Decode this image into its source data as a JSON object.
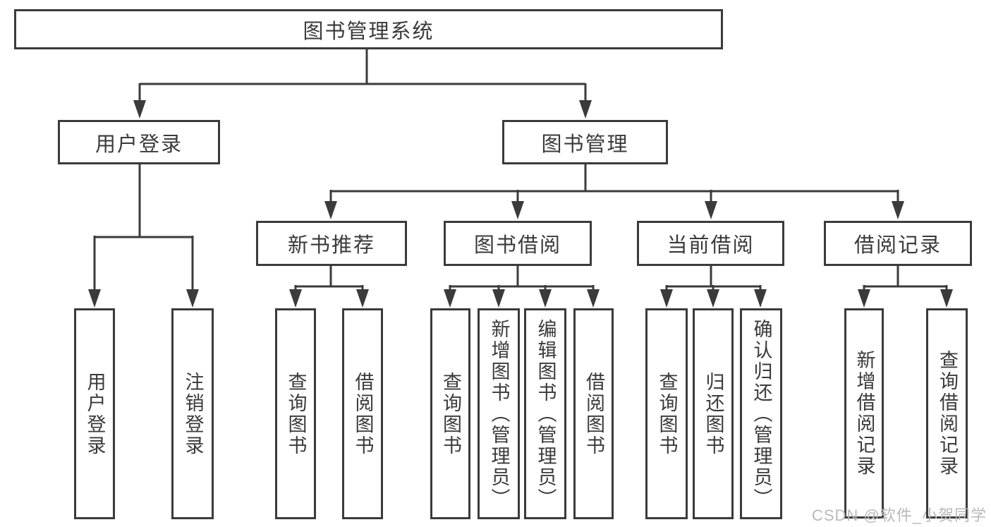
{
  "diagram": {
    "root": {
      "label": "图书管理系统"
    },
    "branches": [
      {
        "label": "用户登录",
        "children": [
          {
            "label": "用户登录"
          },
          {
            "label": "注销登录"
          }
        ]
      },
      {
        "label": "图书管理",
        "children": [
          {
            "label": "新书推荐",
            "children": [
              {
                "label": "查询图书"
              },
              {
                "label": "借阅图书"
              }
            ]
          },
          {
            "label": "图书借阅",
            "children": [
              {
                "label": "查询图书"
              },
              {
                "label": "新增图书（管理员）"
              },
              {
                "label": "编辑图书（管理员）"
              },
              {
                "label": "借阅图书"
              }
            ]
          },
          {
            "label": "当前借阅",
            "children": [
              {
                "label": "查询图书"
              },
              {
                "label": "归还图书"
              },
              {
                "label": "确认归还（管理员）"
              }
            ]
          },
          {
            "label": "借阅记录",
            "children": [
              {
                "label": "新增借阅记录"
              },
              {
                "label": "查询借阅记录"
              }
            ]
          }
        ]
      }
    ]
  },
  "watermark": {
    "text": "CSDN @软件_小贺同学"
  },
  "colors": {
    "line": "#3b3b3b",
    "box_border": "#3b3b3b",
    "box_background": "#ffffff",
    "text": "#3a3a3a",
    "watermark": "#b9b9b9",
    "background": "#ffffff"
  }
}
